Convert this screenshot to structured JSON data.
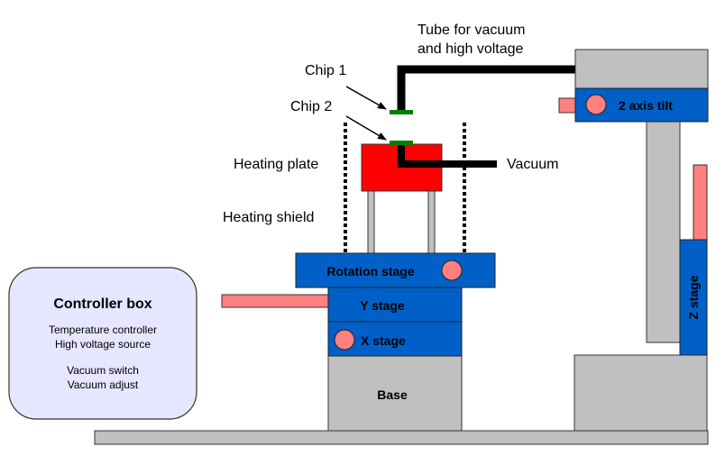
{
  "diagram": {
    "colors": {
      "stage_blue": "#0060c8",
      "gray_part": "#c0c0c0",
      "knob_pink": "#ff8080",
      "heater_red": "#ff0000",
      "chip_green": "#008000",
      "tube_black": "#000000",
      "controller_fill": "#e6e6ff"
    },
    "labels": {
      "tube": [
        "Tube for vacuum",
        "and high voltage"
      ],
      "chip1": "Chip 1",
      "chip2": "Chip 2",
      "heating_plate": "Heating plate",
      "heating_shield": "Heating shield",
      "vacuum": "Vacuum"
    },
    "stages": {
      "tilt": "2 axis tilt",
      "rotation": "Rotation stage",
      "y": "Y stage",
      "x": "X stage",
      "z": "Z stage",
      "base": "Base"
    },
    "controller_box": {
      "title": "Controller box",
      "items": [
        "Temperature controller",
        "High voltage source",
        "Vacuum switch",
        "Vacuum adjust"
      ]
    }
  }
}
